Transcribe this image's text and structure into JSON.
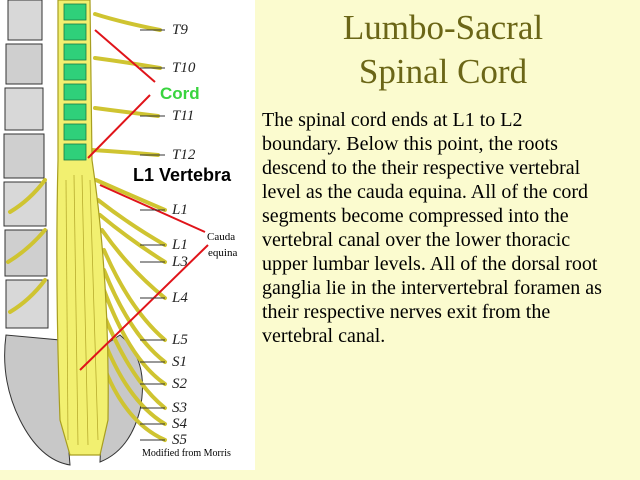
{
  "title": {
    "line1": "Lumbo-Sacral",
    "line2": "Spinal Cord"
  },
  "description": "The spinal cord ends at L1 to L2 boundary.  Below this point, the roots descend to the their respective vertebral level as the cauda equina.  All of the cord segments become compressed into the vertebral canal over the lower thoracic upper lumbar levels.  All of the dorsal root ganglia lie in the intervertebral foramen as their respective nerves exit from the vertebral canal.",
  "figure": {
    "labels": {
      "cord": "Cord",
      "l1_vertebra": "L1 Vertebra",
      "cauda_line1": "Cauda",
      "cauda_line2": "equina",
      "credit": "Modified from Morris"
    },
    "levels": [
      "T9",
      "T10",
      "T11",
      "T12",
      "L1",
      "L1",
      "L3",
      "L4",
      "L5",
      "S1",
      "S2",
      "S3",
      "S4",
      "S5"
    ],
    "colors": {
      "cord_label": "#39d43f",
      "pointer": "#e0141a",
      "cord": "#f2f070",
      "segments": "#2fd07a",
      "nerves": "#e8e050"
    }
  }
}
